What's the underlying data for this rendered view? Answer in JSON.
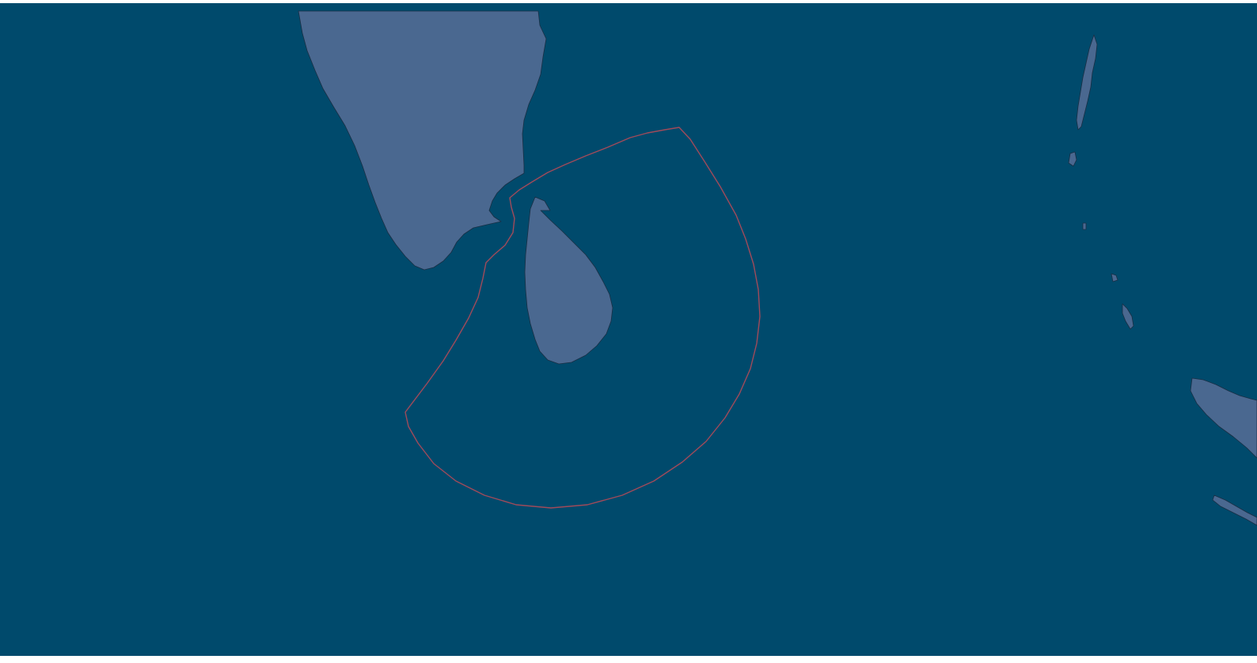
{
  "map": {
    "colors": {
      "ocean": "#004a6c",
      "land": "#4a6890",
      "coastline": "#1a2f45",
      "boundary": "#a04a5a"
    },
    "features": [
      {
        "name": "india-landmass",
        "kind": "land"
      },
      {
        "name": "sri-lanka",
        "kind": "land"
      },
      {
        "name": "andaman-islands",
        "kind": "land"
      },
      {
        "name": "nicobar-islands",
        "kind": "land"
      },
      {
        "name": "sumatra",
        "kind": "land"
      },
      {
        "name": "maritime-zone-boundary",
        "kind": "boundary"
      }
    ]
  }
}
